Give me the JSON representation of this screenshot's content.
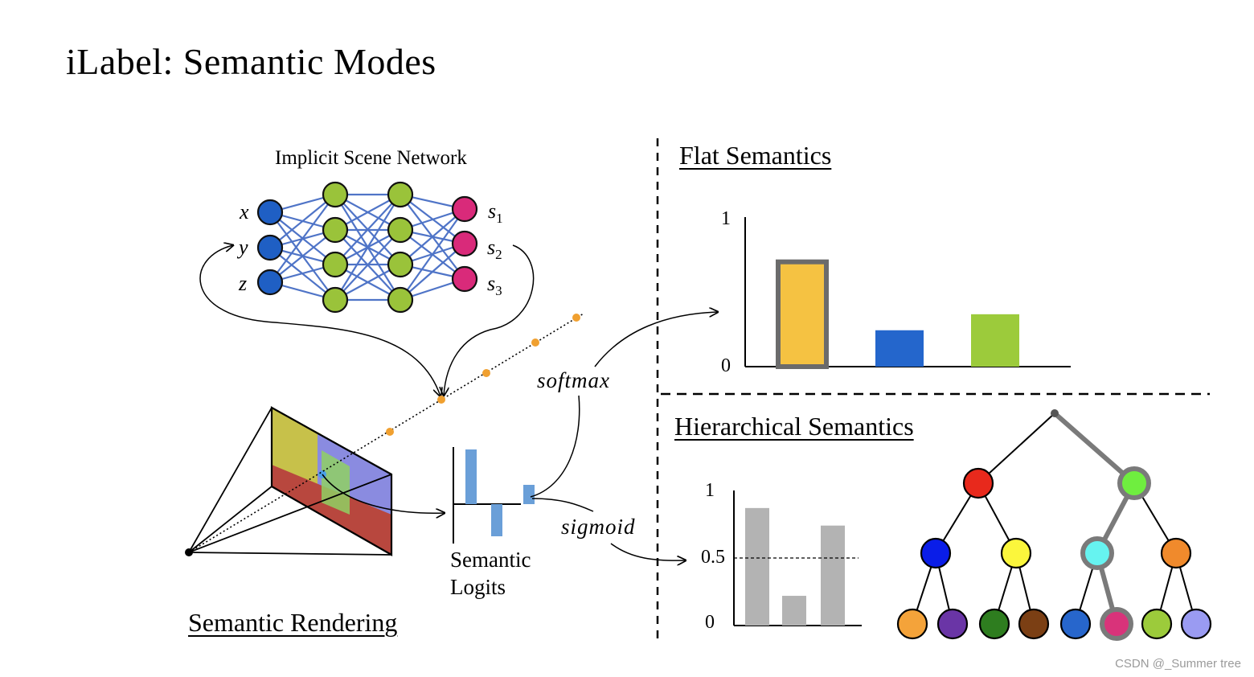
{
  "title": "iLabel: Semantic Modes",
  "network": {
    "title": "Implicit Scene Network",
    "inputs": [
      "x",
      "y",
      "z"
    ],
    "outputs": [
      "s",
      "s",
      "s"
    ],
    "output_subscripts": [
      "1",
      "2",
      "3"
    ]
  },
  "sections": {
    "flat": "Flat Semantics",
    "hierarchical": "Hierarchical Semantics",
    "rendering": "Semantic Rendering"
  },
  "logits_label": [
    "Semantic",
    "Logits"
  ],
  "operations": {
    "softmax": "softmax",
    "sigmoid": "sigmoid"
  },
  "colors": {
    "input_node": "#1f5fc4",
    "hidden_node": "#9ac33a",
    "output_node": "#d92a7a",
    "edge": "#4f74c7",
    "ray_point": "#f0a030",
    "logit_bar": "#6a9fd8"
  },
  "chart_data": [
    {
      "type": "bar",
      "title": "Flat Semantics",
      "categories": [
        "",
        "",
        ""
      ],
      "values": [
        0.72,
        0.25,
        0.36
      ],
      "colors": [
        "#f5c242",
        "#2466cc",
        "#9ccb3b"
      ],
      "highlighted": [
        true,
        false,
        false
      ],
      "yticks": [
        "0",
        "1"
      ],
      "ylim": [
        0,
        1
      ]
    },
    {
      "type": "bar",
      "title": "Hierarchical Semantics",
      "categories": [
        "",
        "",
        ""
      ],
      "values": [
        0.87,
        0.22,
        0.74
      ],
      "colors": [
        "#b3b3b3",
        "#b3b3b3",
        "#b3b3b3"
      ],
      "threshold": 0.5,
      "yticks": [
        "0",
        "0.5",
        "1"
      ],
      "ylim": [
        0,
        1
      ]
    },
    {
      "type": "bar",
      "title": "Semantic Logits",
      "categories": [
        "",
        "",
        ""
      ],
      "values": [
        0.85,
        -0.5,
        0.3
      ],
      "colors": [
        "#6a9fd8",
        "#6a9fd8",
        "#6a9fd8"
      ]
    }
  ],
  "tree": {
    "root_color": "#555555",
    "level1": [
      "#e8291c",
      "#6fee3f"
    ],
    "level2": [
      "#0a1de8",
      "#fbf63c",
      "#66f3f0",
      "#f08a2c"
    ],
    "level3": [
      "#f4a33a",
      "#6a35a6",
      "#2e7d1f",
      "#7b3f14",
      "#2766cc",
      "#d9337a",
      "#9ccb3b",
      "#9a9bf2"
    ],
    "highlight_path": [
      "root",
      "level1.1",
      "level2.2",
      "level3.5"
    ]
  },
  "watermark": "CSDN @_Summer tree"
}
